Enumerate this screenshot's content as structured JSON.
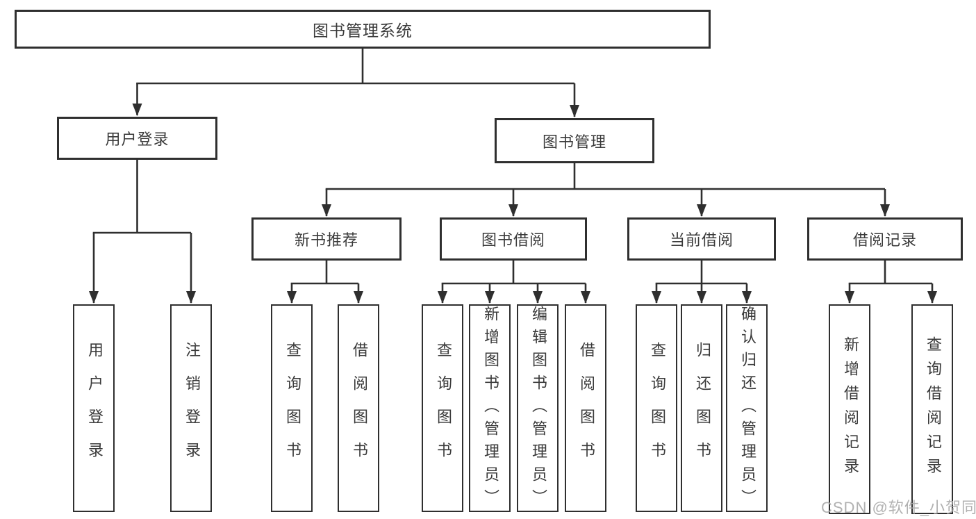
{
  "tree": {
    "label": "图书管理系统",
    "children": [
      {
        "label": "用户登录",
        "children": [
          {
            "label": "用户登录"
          },
          {
            "label": "注销登录"
          }
        ]
      },
      {
        "label": "图书管理",
        "children": [
          {
            "label": "新书推荐",
            "children": [
              {
                "label": "查询图书"
              },
              {
                "label": "借阅图书"
              }
            ]
          },
          {
            "label": "图书借阅",
            "children": [
              {
                "label": "查询图书"
              },
              {
                "label": "新增图书（管理员）"
              },
              {
                "label": "编辑图书（管理员）"
              },
              {
                "label": "借阅图书"
              }
            ]
          },
          {
            "label": "当前借阅",
            "children": [
              {
                "label": "查询图书"
              },
              {
                "label": "归还图书"
              },
              {
                "label": "确认归还（管理员）"
              }
            ]
          },
          {
            "label": "借阅记录",
            "children": [
              {
                "label": "新增借阅记录"
              },
              {
                "label": "查询借阅记录"
              }
            ]
          }
        ]
      }
    ]
  },
  "watermark": {
    "text": "CSDN @软件_小贺同学"
  },
  "colors": {
    "line": "#2f2f2f",
    "box_border": "#2f2f2f",
    "text": "#3a3a3a",
    "watermark": "#a8a8a8",
    "background": "#ffffff"
  }
}
